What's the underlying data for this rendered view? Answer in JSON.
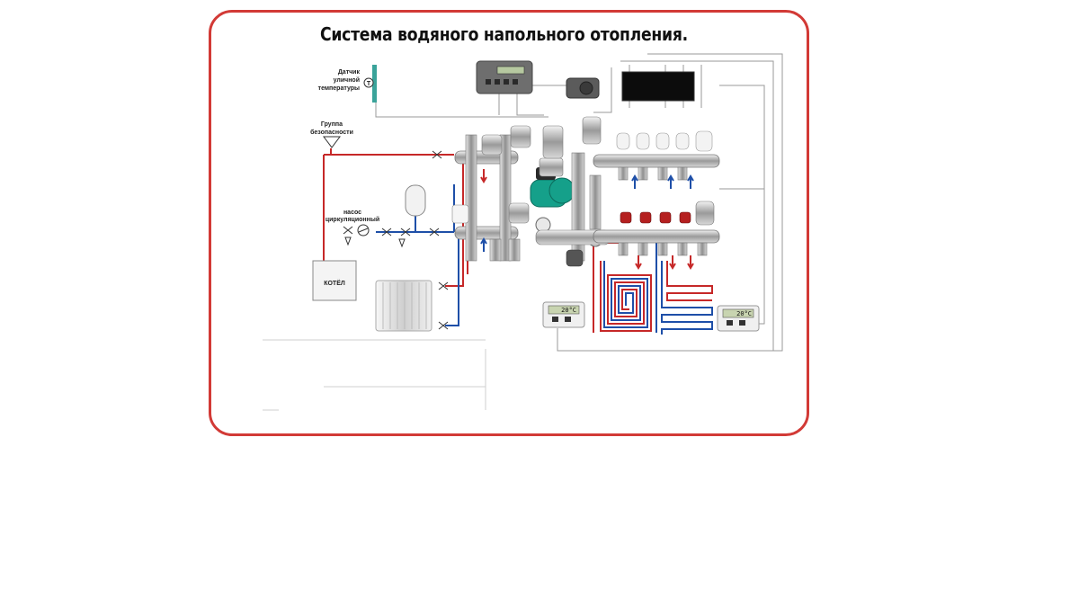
{
  "title": "Система водяного напольного отопления.",
  "labels": {
    "sensor": [
      "Датчик",
      "уличной",
      "температуры"
    ],
    "safety_group": [
      "Группа",
      "безопасности"
    ],
    "pump": [
      "насос",
      "циркуляционный"
    ],
    "boiler": "КОТЁЛ",
    "thermostat_left": "20°C",
    "thermostat_right": "20°C"
  },
  "colors": {
    "frame": "#d23a36",
    "supply_pipe": "#c62828",
    "return_pipe": "#1e4fa8",
    "pump": "#15a08a"
  },
  "icons": {
    "sensor_symbol": "T"
  }
}
